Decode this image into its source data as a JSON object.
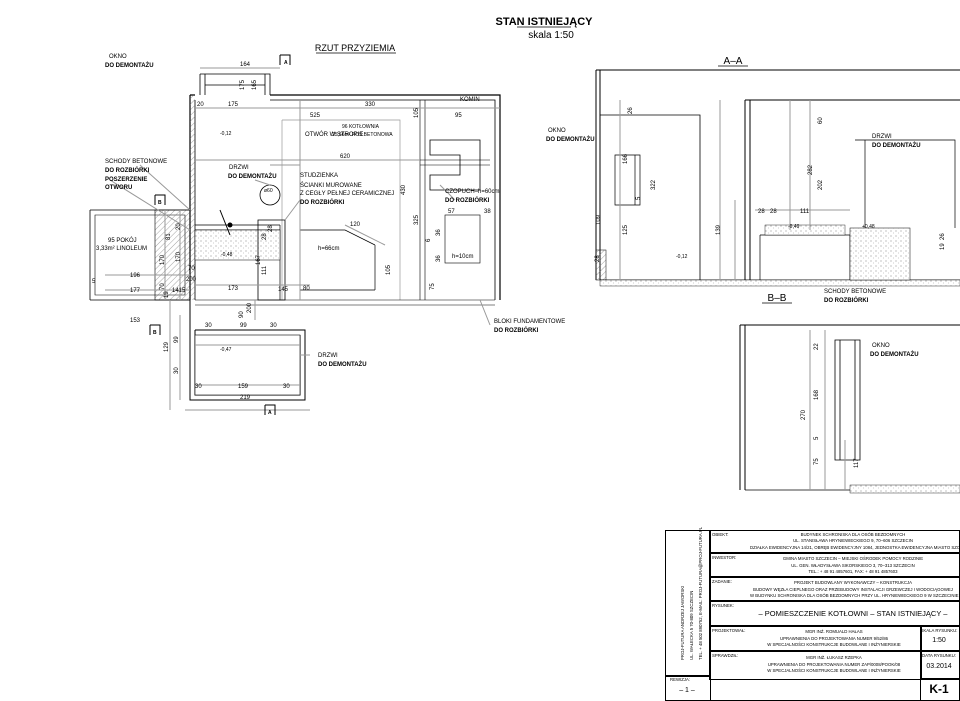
{
  "header": {
    "title": "STAN ISTNIEJĄCY",
    "scale": "skala 1:50"
  },
  "views": {
    "plan": "RZUT PRZYZIEMIA",
    "section_aa": "A–A",
    "section_bb": "B–B"
  },
  "labels": {
    "okno_demontaz": "OKNO",
    "do_demontazu": "DO DEMONTAŻU",
    "otwor_stropie": "OTWÓR W STROPIE",
    "kotlownia": "96 KOTŁOWNIA",
    "kotlownia_area": "25,66m² POS.BETONOWA",
    "komin": "KOMIN",
    "schody_betonowe": "SCHODY BETONOWE",
    "do_rozbiorki": "DO ROZBIÓRKI",
    "poszerzenie": "POSZERZENIE",
    "otworu": "OTWORU",
    "drzwi": "DRZWI",
    "studzienka": "STUDZIENKA",
    "scianki_1": "ŚCIANKI MUROWANE",
    "scianki_2": "Z CEGŁY PEŁNEJ CERAMICZNEJ",
    "czopuch": "CZOPUCH–h=60cm",
    "h66": "h=66cm",
    "h10": "h=10cm",
    "pokoj": "95 POKÓJ",
    "pokoj_area": "3,33m² LINOLEUM",
    "bloki_1": "BLOKI FUNDAMENTOWE",
    "schody_b": "SCHODY BETONOWE",
    "phi60": "ø60",
    "lvl_012": "-0,12",
    "lvl_048": "-0,48",
    "lvl_047": "-0,47",
    "lvl_049": "-0,49",
    "lvl_048b": "+0,48",
    "sect_a": "A",
    "sect_b": "B"
  },
  "dims": {
    "d164": "164",
    "d175a": "175",
    "d165": "165",
    "d20": "20",
    "d175b": "175",
    "d525": "525",
    "d330": "330",
    "d105a": "105",
    "d95": "95",
    "d620": "620",
    "d430": "430",
    "d325": "325",
    "d57": "57",
    "d38": "38",
    "d6": "6",
    "d36a": "36",
    "d36b": "36",
    "d75": "75",
    "d105b": "105",
    "d120": "120",
    "d170a": "170",
    "d81": "81",
    "d196": "196",
    "d5": "5",
    "d177": "177",
    "d19": "19",
    "d1415": "1415",
    "d173": "173",
    "d145": "145",
    "d80": "80",
    "d70a": "70",
    "d200a": "200",
    "d70b": "70",
    "d170b": "170",
    "d20b": "20",
    "d167": "167",
    "d111": "111",
    "d28a": "28",
    "d28b": "28",
    "d90": "90",
    "d200b": "200",
    "d153": "153",
    "d129": "129",
    "d99a": "99",
    "d30a": "30",
    "d99b": "99",
    "d30b": "30",
    "d30c": "30",
    "d159": "159",
    "d30d": "30",
    "d219": "219",
    "d30e": "30",
    "d26": "26",
    "d60": "60",
    "d166": "166",
    "d322": "322",
    "d5b": "5",
    "d109": "109",
    "d125": "125",
    "d28c": "28",
    "d139": "139",
    "d282": "282",
    "d202": "202",
    "d111b": "111",
    "d28d": "28",
    "d28e": "28",
    "d19b": "19",
    "d26b": "26",
    "d22": "22",
    "d270": "270",
    "d168": "168",
    "d75b": "75",
    "d117": "117",
    "d5c": "5"
  },
  "titleblock": {
    "side_1": "PROJ-FUTURA ANDRZEJ JAWORSKI",
    "side_2": "UL. WAŁECKA 5 70-809 SZCZECIN",
    "side_3": "TEL. + 48 502 890752, E-MAIL: PROJ-FUTURA@PROJ-FUTURA.PL",
    "rewizja_label": "REWIZJA:",
    "rewizja_value": "– 1 –",
    "obiekt_label": "OBIEKT:",
    "obiekt_1": "BUDYNEK SCHRONISKA DLA OSÓB BEZDOMNYCH",
    "obiekt_2": "UL. STANISŁAWA HRYNIEWIECKIEGO 9, 70–606 SZCZECIN",
    "obiekt_3": "DZIAŁKA EWIDENCYJNA 14/21, OBRĘB EWIDENCYJNY 1084, JEDNOSTKA EWIDENCYJNA MIASTO SZCZECIN",
    "inwestor_label": "INWESTOR:",
    "inwestor_1": "GMINA MIASTO SZCZECIN – MIEJSKI OŚRODEK POMOCY RODZINIE",
    "inwestor_2": "UL. GEN. WŁADYSŁAWA SIKORSKIEGO 3, 70–313 SZCZECIN",
    "inwestor_3": "TEL.: + 48 91 4857601, FAX: + 48 91 4857603",
    "zadanie_label": "ZADANIE:",
    "zadanie_1": "PROJEKT BUDOWLANY WYKONAWCZY – KONSTRUKCJA",
    "zadanie_2": "BUDOWY WĘZŁA CIEPLNEGO ORAZ PRZEBUDOWY INSTALACJI GRZEWCZEJ I WODOCIĄGOWEJ",
    "zadanie_3": "W BUDYNKU SCHRONISKA DLA OSÓB BEZDOMNYCH PRZY UL. HRYNIEWIECKIEGO 9 W SZCZECINIE",
    "rysunek_label": "RYSUNEK:",
    "rysunek_value": "– POMIESZCZENIE KOTŁOWNI – STAN ISTNIEJĄCY –",
    "projektowal_label": "PROJEKTOWAŁ:",
    "proj_1": "MGR INŻ. ROMUALD HAŁAS",
    "proj_2": "UPRAWNIENIA DO PROJEKTOWANIA NUMER 9/52/86",
    "proj_3": "W SPECJALNOŚCI KONSTRUKCJE BUDOWLANE I INŻYNIERSKIE",
    "sprawdzil_label": "SPRAWDZIŁ:",
    "spr_1": "MGR INŻ. ŁUKASZ RZEPKA",
    "spr_2": "UPRAWNIENIA DO PROJEKTOWANIA NUMER ZAP/0008/POOK/08",
    "spr_3": "W SPECJALNOŚCI KONSTRUKCJE BUDOWLANE I INŻYNIERSKIE",
    "skala_label": "SKALA RYSUNKU:",
    "skala_value": "1:50",
    "data_label": "DATA RYSUNKU:",
    "data_value": "03.2014",
    "number": "K-1"
  }
}
